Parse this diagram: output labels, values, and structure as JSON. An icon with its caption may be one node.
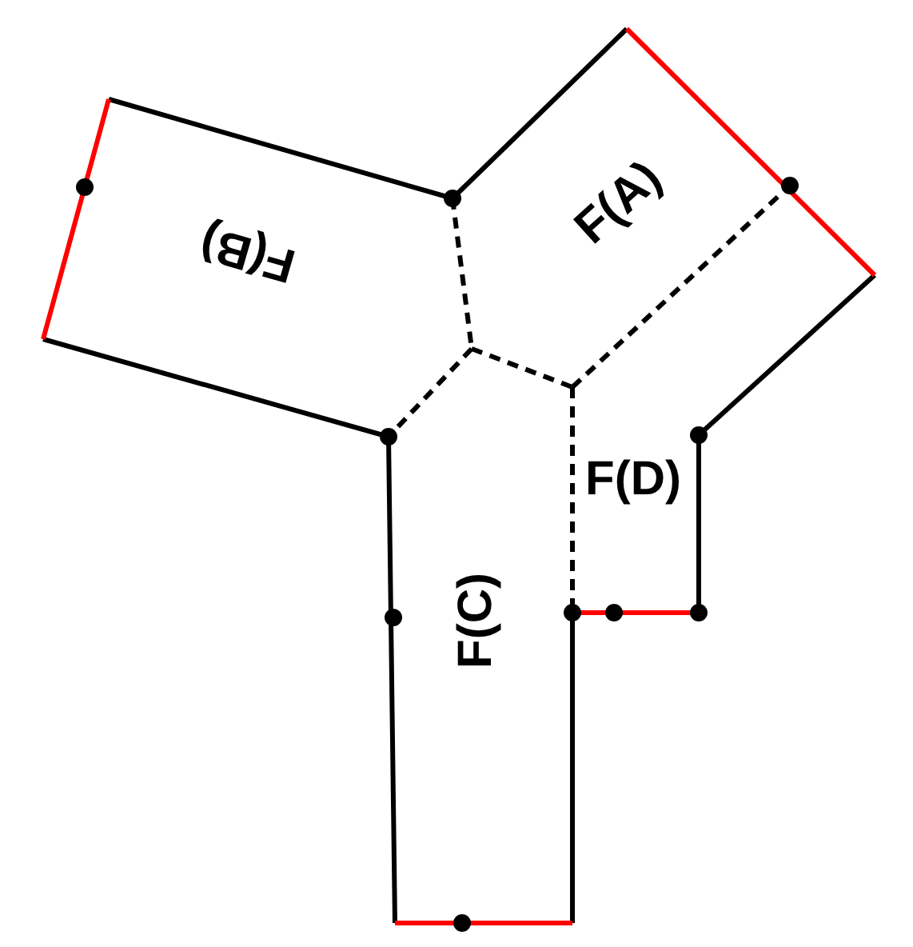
{
  "diagram": {
    "nodes": [
      {
        "text": [
          "F(A)"
        ]
      },
      {
        "text": [
          "F(B)"
        ]
      },
      {
        "text": [
          "F(C)"
        ]
      },
      {
        "text": [
          "F(D)"
        ]
      }
    ]
  }
}
